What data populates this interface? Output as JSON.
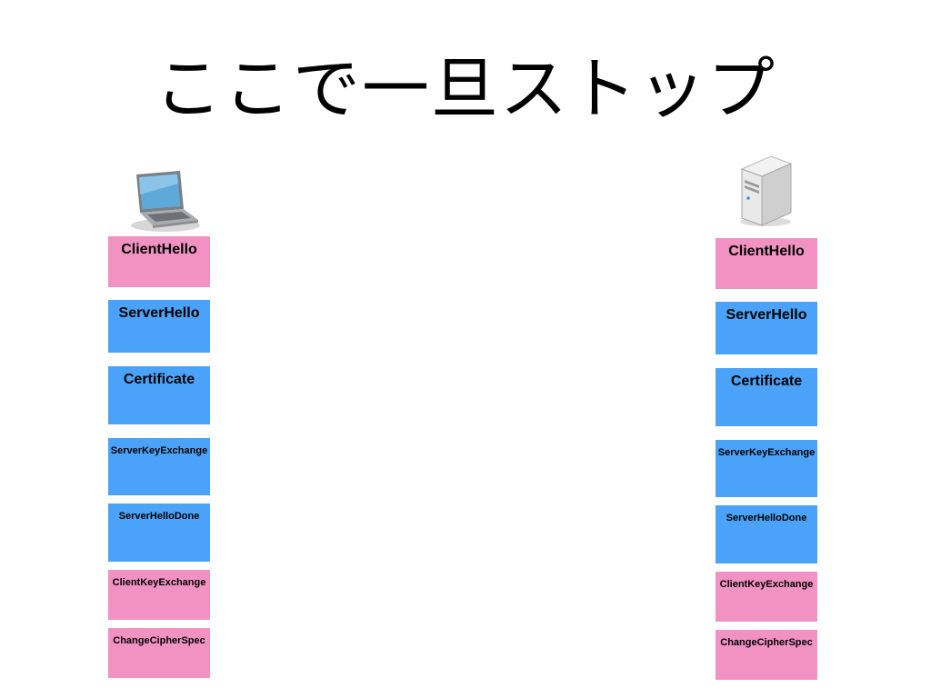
{
  "slide": {
    "title": "ここで一旦ストップ"
  },
  "colors": {
    "client_message": "#f192c3",
    "server_message": "#4aa3f9"
  },
  "icons": {
    "client": "laptop-icon",
    "server": "server-icon"
  },
  "client_column": {
    "messages": [
      {
        "label": "ClientHello",
        "sender": "client"
      },
      {
        "label": "ServerHello",
        "sender": "server"
      },
      {
        "label": "Certificate",
        "sender": "server"
      },
      {
        "label": "ServerKeyExchange",
        "sender": "server"
      },
      {
        "label": "ServerHelloDone",
        "sender": "server"
      },
      {
        "label": "ClientKeyExchange",
        "sender": "client"
      },
      {
        "label": "ChangeCipherSpec",
        "sender": "client"
      }
    ]
  },
  "server_column": {
    "messages": [
      {
        "label": "ClientHello",
        "sender": "client"
      },
      {
        "label": "ServerHello",
        "sender": "server"
      },
      {
        "label": "Certificate",
        "sender": "server"
      },
      {
        "label": "ServerKeyExchange",
        "sender": "server"
      },
      {
        "label": "ServerHelloDone",
        "sender": "server"
      },
      {
        "label": "ClientKeyExchange",
        "sender": "client"
      },
      {
        "label": "ChangeCipherSpec",
        "sender": "client"
      }
    ]
  }
}
